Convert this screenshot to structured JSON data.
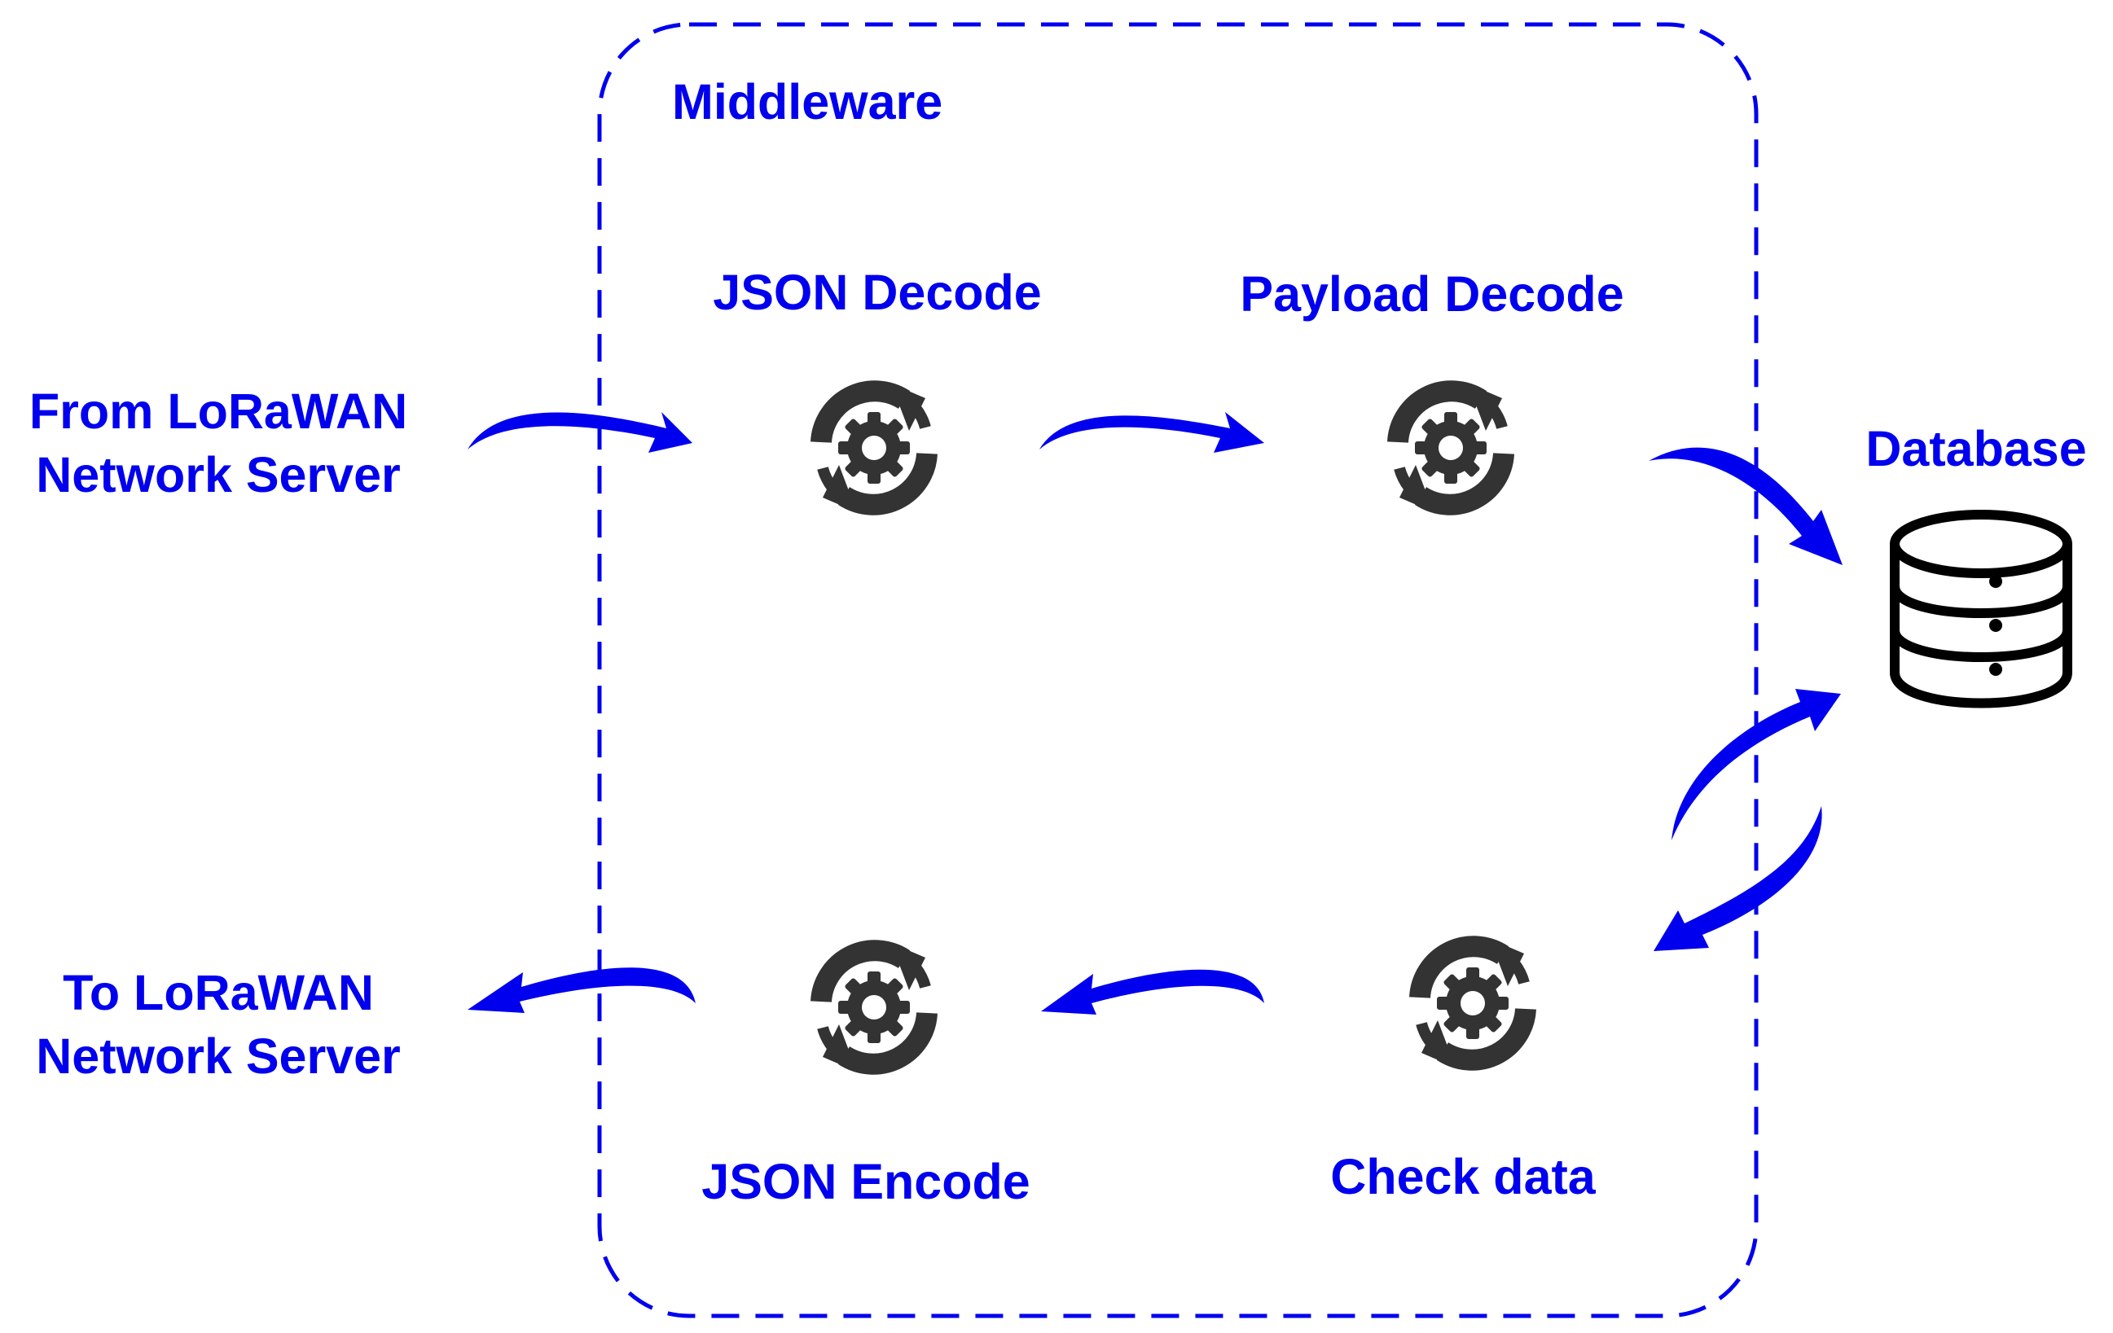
{
  "middleware": {
    "label": "Middleware"
  },
  "sources": {
    "from_line1": "From LoRaWAN",
    "from_line2": "Network Server",
    "to_line1": "To LoRaWAN",
    "to_line2": "Network Server"
  },
  "steps": {
    "json_decode": "JSON Decode",
    "payload_decode": "Payload Decode",
    "check_data": "Check data",
    "json_encode": "JSON Encode"
  },
  "database": {
    "label": "Database"
  },
  "icons": {
    "process": "gear-cycle-icon",
    "database": "database-icon",
    "arrow": "curved-arrow"
  },
  "colors": {
    "accent": "#0000ee",
    "icon": "#333333",
    "background": "#ffffff"
  }
}
